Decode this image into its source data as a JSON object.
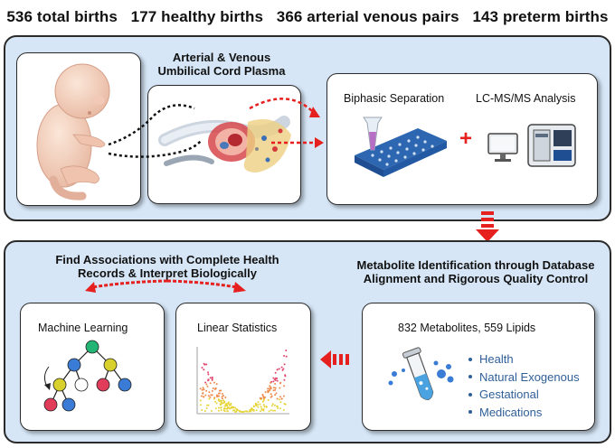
{
  "stats": {
    "total_births": "536 total births",
    "healthy_births": "177 healthy births",
    "pairs": "366 arterial venous pairs",
    "preterm": "143 preterm births"
  },
  "top": {
    "cord_title": "Arterial & Venous Umbilical Cord Plasma",
    "biphasic": "Biphasic Separation",
    "lcms": "LC-MS/MS Analysis",
    "plus": "+"
  },
  "bottom": {
    "assoc_title": "Find Associations with Complete Health Records & Interpret Biologically",
    "ml": "Machine Learning",
    "linear": "Linear Statistics",
    "metab_title": "Metabolite Identification through Database Alignment and Rigorous Quality Control",
    "metab_count": "832 Metabolites, 559 Lipids",
    "categories": [
      "Health",
      "Natural Exogenous",
      "Gestational",
      "Medications"
    ]
  },
  "colors": {
    "panel_bg": "#d6e6f6",
    "arrow_red": "#e5201f",
    "legend_blue": "#2f5f98"
  },
  "icons": [
    "fetus-illustration",
    "umbilical-cord-illustration",
    "well-plate-icon",
    "monitor-icon",
    "mass-spec-icon",
    "decision-tree-icon",
    "volcano-plot-icon",
    "test-tube-icon"
  ]
}
